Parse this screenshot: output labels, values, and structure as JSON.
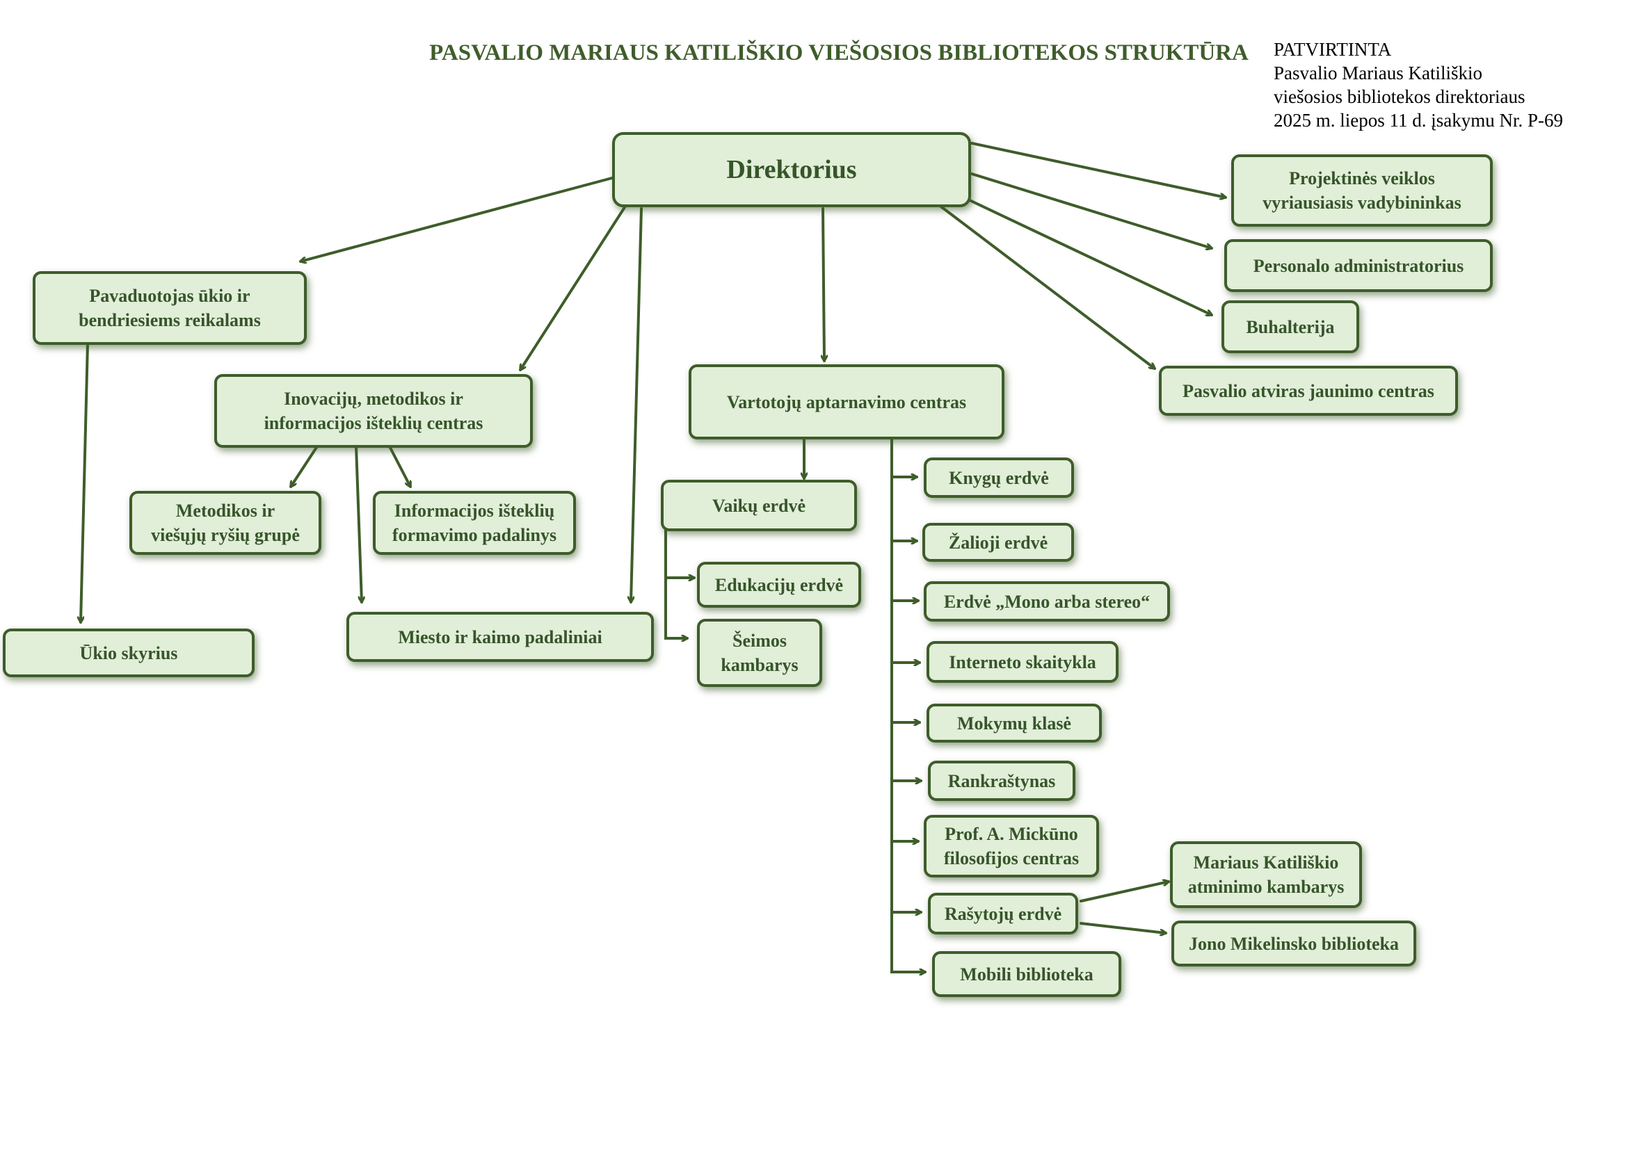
{
  "title": "PASVALIO MARIAUS KATILIŠKIO VIEŠOSIOS BIBLIOTEKOS STRUKTŪRA",
  "approval": {
    "line1": "PATVIRTINTA",
    "line2": "Pasvalio Mariaus Katiliškio",
    "line3": "viešosios bibliotekos direktoriaus",
    "line4": "2025 m. liepos 11 d. įsakymu Nr. P-69"
  },
  "nodes": {
    "director": "Direktorius",
    "deputy": [
      "Pavaduotojas ūkio ir",
      "bendriesiems reikalams"
    ],
    "projects": [
      "Projektinės veiklos",
      "vyriausiasis vadybininkas"
    ],
    "personnel": "Personalo administratorius",
    "accounting": "Buhalterija",
    "youth": "Pasvalio atviras jaunimo centras",
    "innovation": [
      "Inovacijų, metodikos ir",
      "informacijos išteklių centras"
    ],
    "service": "Vartotojų aptarnavimo centras",
    "methodics": [
      "Metodikos ir",
      "viešųjų ryšių grupė"
    ],
    "resources": [
      "Informacijos išteklių",
      "formavimo padalinys"
    ],
    "economy": "Ūkio skyrius",
    "branches": "Miesto ir kaimo padaliniai",
    "children": "Vaikų erdvė",
    "education": "Edukacijų erdvė",
    "family": [
      "Šeimos",
      "kambarys"
    ],
    "books": "Knygų erdvė",
    "green": "Žalioji erdvė",
    "mono": "Erdvė „Mono arba stereo“",
    "internet": "Interneto skaitykla",
    "training": "Mokymų klasė",
    "manuscripts": "Rankraštynas",
    "philosophy": [
      "Prof. A. Mickūno",
      "filosofijos centras"
    ],
    "writers": "Rašytojų erdvė",
    "memorial": [
      "Mariaus Katiliškio",
      "atminimo kambarys"
    ],
    "mikelinskas": "Jono Mikelinsko biblioteka",
    "mobile": "Mobili biblioteka"
  },
  "colors": {
    "box_fill": "#e1eed8",
    "box_border": "#3e5d2a",
    "text": "#36552a",
    "line": "#3e5d2a"
  }
}
